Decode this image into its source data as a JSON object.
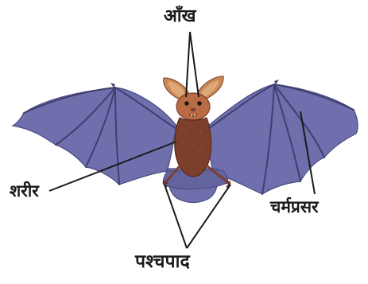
{
  "labels": {
    "eye": "आँख",
    "body": "शरीर",
    "membrane": "चर्मप्रसर",
    "hind_limbs": "पश्चपाद"
  },
  "colors": {
    "wing_membrane": "#6f6fae",
    "wing_membrane_dark": "#55558f",
    "wing_bones": "#3f3f70",
    "body_fur": "#7b3f2c",
    "ear_outer": "#c98a57",
    "ear_inner": "#e0a878",
    "face": "#b96c44",
    "pointer_line": "#1a1a1a"
  }
}
